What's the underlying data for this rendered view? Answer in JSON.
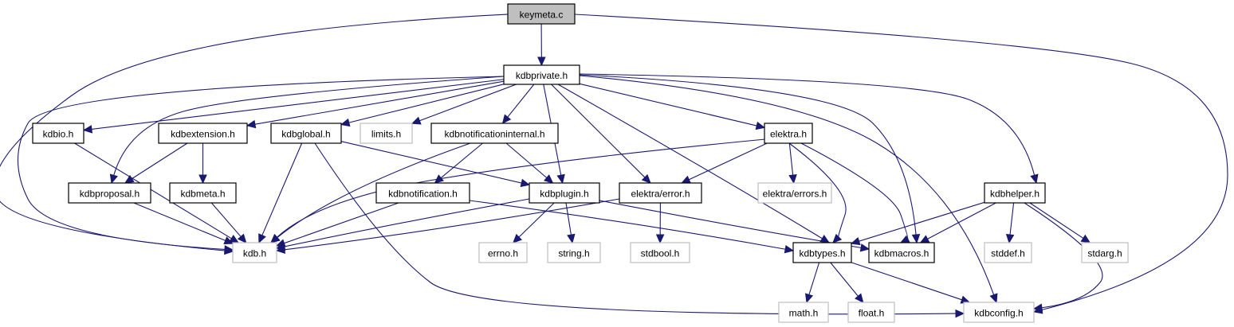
{
  "title": "keymeta.c include dependency graph",
  "colors": {
    "edge": "#191970",
    "root_fill": "#bfbfbf",
    "local_border": "#000000",
    "system_border": "#bfbfbf"
  },
  "nodes": [
    {
      "id": "keymeta_c",
      "label": "keymeta.c",
      "kind": "root"
    },
    {
      "id": "kdbprivate_h",
      "label": "kdbprivate.h",
      "kind": "local"
    },
    {
      "id": "kdbio_h",
      "label": "kdbio.h",
      "kind": "local"
    },
    {
      "id": "kdbextension_h",
      "label": "kdbextension.h",
      "kind": "local"
    },
    {
      "id": "kdbglobal_h",
      "label": "kdbglobal.h",
      "kind": "local"
    },
    {
      "id": "limits_h",
      "label": "limits.h",
      "kind": "system"
    },
    {
      "id": "kdbnotificationinternal_h",
      "label": "kdbnotificationinternal.h",
      "kind": "local"
    },
    {
      "id": "elektra_h",
      "label": "elektra.h",
      "kind": "local"
    },
    {
      "id": "kdbhelper_h",
      "label": "kdbhelper.h",
      "kind": "local"
    },
    {
      "id": "kdbproposal_h",
      "label": "kdbproposal.h",
      "kind": "local"
    },
    {
      "id": "kdbmeta_h",
      "label": "kdbmeta.h",
      "kind": "local"
    },
    {
      "id": "kdbnotification_h",
      "label": "kdbnotification.h",
      "kind": "local"
    },
    {
      "id": "kdbplugin_h",
      "label": "kdbplugin.h",
      "kind": "local"
    },
    {
      "id": "elektra_error_h",
      "label": "elektra/error.h",
      "kind": "local"
    },
    {
      "id": "elektra_errors_h",
      "label": "elektra/errors.h",
      "kind": "system"
    },
    {
      "id": "stddef_h",
      "label": "stddef.h",
      "kind": "system"
    },
    {
      "id": "stdarg_h",
      "label": "stdarg.h",
      "kind": "system"
    },
    {
      "id": "kdb_h",
      "label": "kdb.h",
      "kind": "system"
    },
    {
      "id": "errno_h",
      "label": "errno.h",
      "kind": "system"
    },
    {
      "id": "string_h",
      "label": "string.h",
      "kind": "system"
    },
    {
      "id": "stdbool_h",
      "label": "stdbool.h",
      "kind": "system"
    },
    {
      "id": "kdbtypes_h",
      "label": "kdbtypes.h",
      "kind": "local"
    },
    {
      "id": "kdbmacros_h",
      "label": "kdbmacros.h",
      "kind": "local"
    },
    {
      "id": "math_h",
      "label": "math.h",
      "kind": "system"
    },
    {
      "id": "float_h",
      "label": "float.h",
      "kind": "system"
    },
    {
      "id": "kdbconfig_h",
      "label": "kdbconfig.h",
      "kind": "system"
    }
  ],
  "edges": [
    {
      "from": "keymeta_c",
      "to": "kdbprivate_h"
    },
    {
      "from": "keymeta_c",
      "to": "kdb_h"
    },
    {
      "from": "keymeta_c",
      "to": "kdbconfig_h"
    },
    {
      "from": "kdbprivate_h",
      "to": "kdbio_h"
    },
    {
      "from": "kdbprivate_h",
      "to": "kdbextension_h"
    },
    {
      "from": "kdbprivate_h",
      "to": "kdbglobal_h"
    },
    {
      "from": "kdbprivate_h",
      "to": "limits_h"
    },
    {
      "from": "kdbprivate_h",
      "to": "kdbnotificationinternal_h"
    },
    {
      "from": "kdbprivate_h",
      "to": "elektra_h"
    },
    {
      "from": "kdbprivate_h",
      "to": "kdbhelper_h"
    },
    {
      "from": "kdbprivate_h",
      "to": "kdbproposal_h"
    },
    {
      "from": "kdbprivate_h",
      "to": "kdbplugin_h"
    },
    {
      "from": "kdbprivate_h",
      "to": "elektra_error_h"
    },
    {
      "from": "kdbprivate_h",
      "to": "kdbtypes_h"
    },
    {
      "from": "kdbprivate_h",
      "to": "kdbmacros_h"
    },
    {
      "from": "kdbprivate_h",
      "to": "kdbconfig_h"
    },
    {
      "from": "kdbprivate_h",
      "to": "kdb_h"
    },
    {
      "from": "kdbio_h",
      "to": "kdb_h"
    },
    {
      "from": "kdbextension_h",
      "to": "kdbproposal_h"
    },
    {
      "from": "kdbextension_h",
      "to": "kdbmeta_h"
    },
    {
      "from": "kdbglobal_h",
      "to": "kdb_h"
    },
    {
      "from": "kdbglobal_h",
      "to": "kdbplugin_h"
    },
    {
      "from": "kdbglobal_h",
      "to": "kdbconfig_h"
    },
    {
      "from": "kdbnotificationinternal_h",
      "to": "kdbnotification_h"
    },
    {
      "from": "kdbnotificationinternal_h",
      "to": "kdbplugin_h"
    },
    {
      "from": "kdbnotificationinternal_h",
      "to": "kdb_h"
    },
    {
      "from": "elektra_h",
      "to": "elektra_errors_h"
    },
    {
      "from": "elektra_h",
      "to": "elektra_error_h"
    },
    {
      "from": "elektra_h",
      "to": "kdbtypes_h"
    },
    {
      "from": "elektra_h",
      "to": "kdbmacros_h"
    },
    {
      "from": "elektra_h",
      "to": "kdb_h"
    },
    {
      "from": "kdbhelper_h",
      "to": "kdbtypes_h"
    },
    {
      "from": "kdbhelper_h",
      "to": "kdbmacros_h"
    },
    {
      "from": "kdbhelper_h",
      "to": "stddef_h"
    },
    {
      "from": "kdbhelper_h",
      "to": "stdarg_h"
    },
    {
      "from": "kdbhelper_h",
      "to": "kdbconfig_h"
    },
    {
      "from": "kdbproposal_h",
      "to": "kdb_h"
    },
    {
      "from": "kdbmeta_h",
      "to": "kdb_h"
    },
    {
      "from": "kdbnotification_h",
      "to": "kdb_h"
    },
    {
      "from": "kdbnotification_h",
      "to": "kdbtypes_h"
    },
    {
      "from": "kdbplugin_h",
      "to": "kdb_h"
    },
    {
      "from": "kdbplugin_h",
      "to": "errno_h"
    },
    {
      "from": "kdbplugin_h",
      "to": "string_h"
    },
    {
      "from": "kdbplugin_h",
      "to": "kdbmacros_h"
    },
    {
      "from": "elektra_error_h",
      "to": "kdb_h"
    },
    {
      "from": "elektra_error_h",
      "to": "stdbool_h"
    },
    {
      "from": "kdbtypes_h",
      "to": "math_h"
    },
    {
      "from": "kdbtypes_h",
      "to": "float_h"
    },
    {
      "from": "kdbtypes_h",
      "to": "kdbconfig_h"
    }
  ]
}
